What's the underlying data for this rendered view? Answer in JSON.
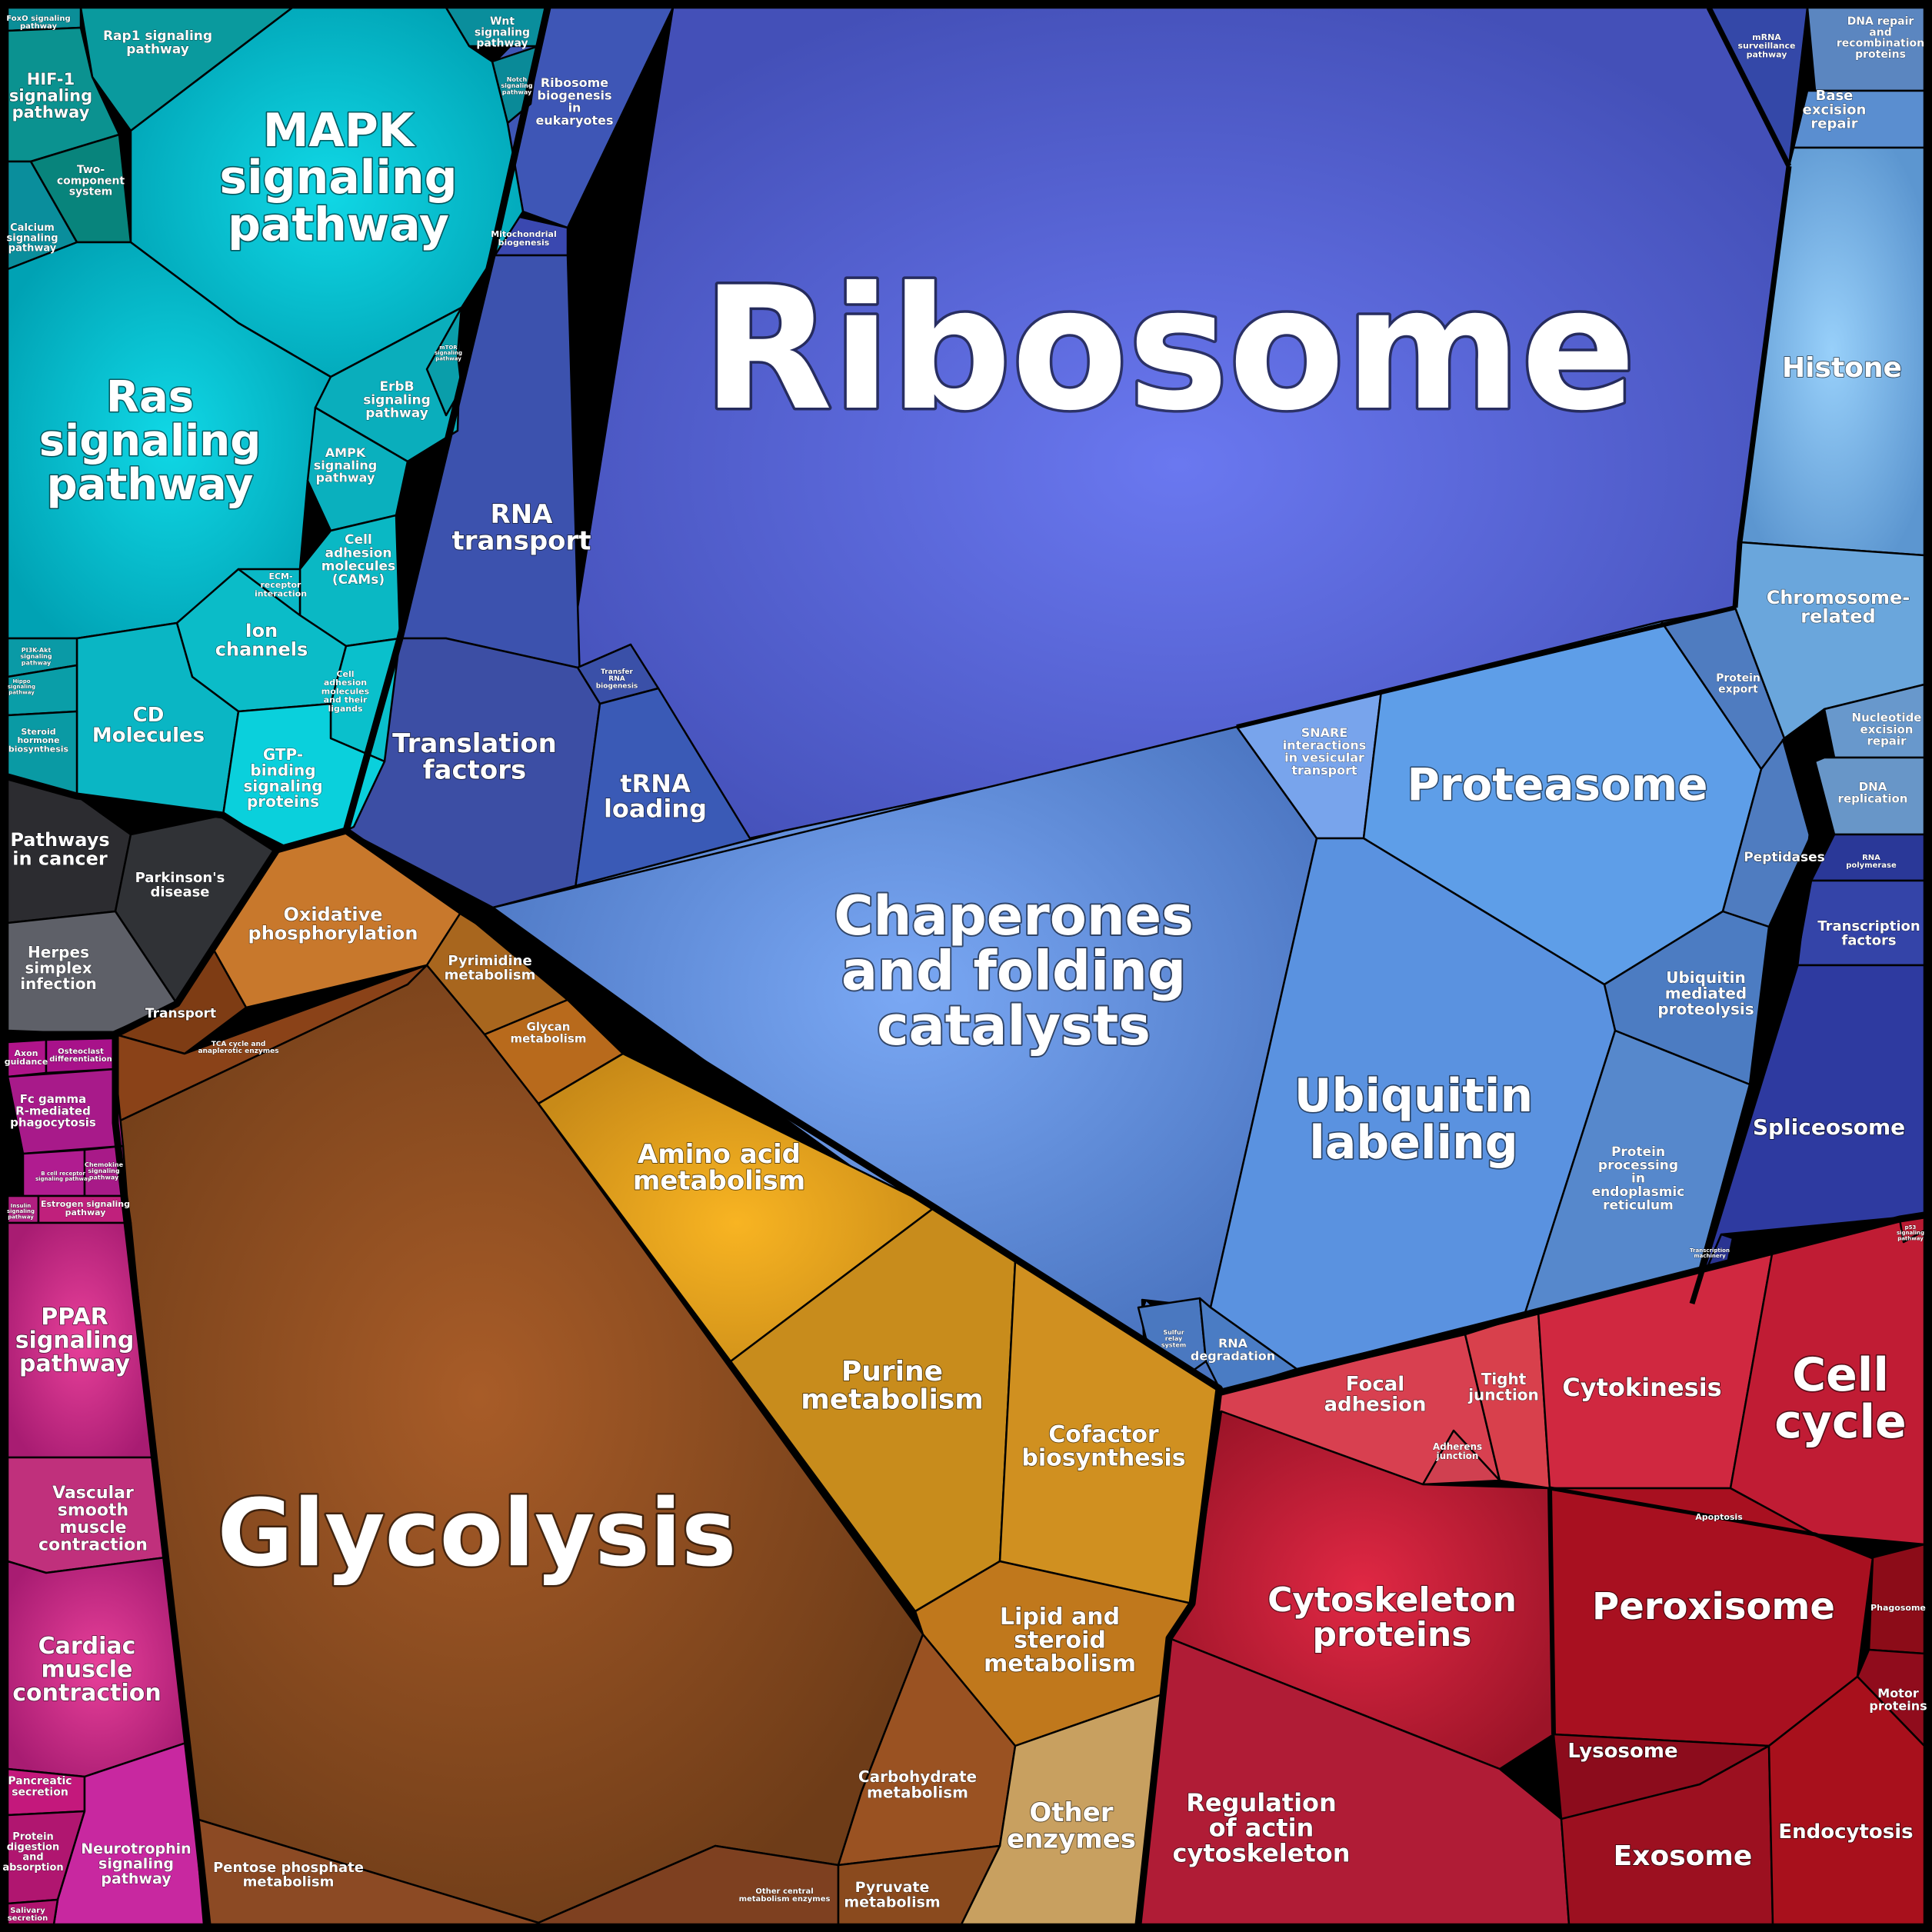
{
  "colors": {
    "ribosome": "#5a66d8",
    "genetic": "#3f55b0",
    "folding": "#5b8ee0",
    "repair": "#6aa6dc",
    "transcription": "#2d3aa0",
    "metabolism": "#8a4a1e",
    "amino_acid": "#e3a020",
    "cellular": "#b81a32",
    "signaling": "#00b4c4",
    "organismal": "#c4228a",
    "disease": "#2a2a2e"
  },
  "labels": {
    "ribosome": "Ribosome",
    "glycolysis": "Glycolysis",
    "chaperones": [
      "Chaperones",
      "and folding",
      "catalysts"
    ],
    "ubiquitin_labeling": [
      "Ubiquitin",
      "labeling"
    ],
    "proteasome": "Proteasome",
    "rna_transport": [
      "RNA",
      "transport"
    ],
    "translation_factors": [
      "Translation",
      "factors"
    ],
    "trna_loading": [
      "tRNA",
      "loading"
    ],
    "ribosome_biogenesis": [
      "Ribosome",
      "biogenesis",
      "in",
      "eukaryotes"
    ],
    "mitochondrial_biogenesis": [
      "Mitochondrial",
      "biogenesis"
    ],
    "transfer_rna_biogenesis": [
      "Transfer",
      "RNA",
      "biogenesis"
    ],
    "snare": [
      "SNARE",
      "interactions",
      "in vesicular",
      "transport"
    ],
    "protein_export": [
      "Protein",
      "export"
    ],
    "peptidases": "Peptidases",
    "ubiquitin_proteolysis": [
      "Ubiquitin",
      "mediated",
      "proteolysis"
    ],
    "protein_processing_er": [
      "Protein",
      "processing",
      "in",
      "endoplasmic",
      "reticulum"
    ],
    "sulfur_relay": [
      "Sulfur",
      "relay",
      "system"
    ],
    "rna_degradation": [
      "RNA",
      "degradation"
    ],
    "histone": "Histone",
    "chromosome_related": [
      "Chromosome-",
      "related"
    ],
    "base_excision_repair": [
      "Base",
      "excision",
      "repair"
    ],
    "dna_repair_recombination": [
      "DNA repair",
      "and",
      "recombination",
      "proteins"
    ],
    "mrna_surveillance": [
      "mRNA",
      "surveillance",
      "pathway"
    ],
    "nucleotide_excision_repair": [
      "Nucleotide",
      "excision",
      "repair"
    ],
    "dna_replication": [
      "DNA",
      "replication"
    ],
    "rna_polymerase": [
      "RNA",
      "polymerase"
    ],
    "transcription_factors": [
      "Transcription",
      "factors"
    ],
    "spliceosome": "Spliceosome",
    "transcription_machinery": [
      "Transcription",
      "machinery"
    ],
    "mapk": [
      "MAPK",
      "signaling",
      "pathway"
    ],
    "ras": [
      "Ras",
      "signaling",
      "pathway"
    ],
    "hif1": [
      "HIF-1",
      "signaling",
      "pathway"
    ],
    "rap1": [
      "Rap1 signaling",
      "pathway"
    ],
    "wnt": [
      "Wnt",
      "signaling",
      "pathway"
    ],
    "foxo": [
      "FoxO signaling",
      "pathway"
    ],
    "notch": [
      "Notch",
      "signaling",
      "pathway"
    ],
    "two_component": [
      "Two-",
      "component",
      "system"
    ],
    "calcium": [
      "Calcium",
      "signaling",
      "pathway"
    ],
    "erbb": [
      "ErbB",
      "signaling",
      "pathway"
    ],
    "mtor": [
      "mTOR",
      "signaling",
      "pathway"
    ],
    "ampk": [
      "AMPK",
      "signaling",
      "pathway"
    ],
    "cell_adhesion_molecules": [
      "Cell",
      "adhesion",
      "molecules",
      "(CAMs)"
    ],
    "ecm_receptor": [
      "ECM-",
      "receptor",
      "interaction"
    ],
    "ion_channels": [
      "Ion",
      "channels"
    ],
    "cell_adhesion_ligands": [
      "Cell",
      "adhesion",
      "molecules",
      "and their",
      "ligands"
    ],
    "cd_molecules": [
      "CD",
      "Molecules"
    ],
    "gtp_binding": [
      "GTP-",
      "binding",
      "signaling",
      "proteins"
    ],
    "pi3k_akt": [
      "PI3K-Akt",
      "signaling",
      "pathway"
    ],
    "hippo": [
      "Hippo",
      "signaling",
      "pathway"
    ],
    "steroid_hormone": [
      "Steroid",
      "hormone",
      "biosynthesis"
    ],
    "pathways_in_cancer": [
      "Pathways",
      "in cancer"
    ],
    "parkinsons": [
      "Parkinson's",
      "disease"
    ],
    "herpes": [
      "Herpes",
      "simplex",
      "infection"
    ],
    "oxidative_phosphorylation": [
      "Oxidative",
      "phosphorylation"
    ],
    "pyrimidine": [
      "Pyrimidine",
      "metabolism"
    ],
    "glycan": [
      "Glycan",
      "metabolism"
    ],
    "transport": "Transport",
    "tca_cycle": [
      "TCA cycle and",
      "anaplerotic enzymes"
    ],
    "amino_acid_metabolism": [
      "Amino acid",
      "metabolism"
    ],
    "purine": [
      "Purine",
      "metabolism"
    ],
    "cofactor": [
      "Cofactor",
      "biosynthesis"
    ],
    "lipid_steroid": [
      "Lipid and",
      "steroid",
      "metabolism"
    ],
    "carbohydrate": [
      "Carbohydrate",
      "metabolism"
    ],
    "other_enzymes": [
      "Other",
      "enzymes"
    ],
    "pentose_phosphate": [
      "Pentose phosphate",
      "metabolism"
    ],
    "other_central": [
      "Other central",
      "metabolism enzymes"
    ],
    "pyruvate": [
      "Pyruvate",
      "metabolism"
    ],
    "axon_guidance": [
      "Axon",
      "guidance"
    ],
    "osteoclast": [
      "Osteoclast",
      "differentiation"
    ],
    "fc_gamma": [
      "Fc gamma",
      "R-mediated",
      "phagocytosis"
    ],
    "b_cell_receptor": [
      "B cell receptor",
      "signaling pathway"
    ],
    "chemokine": [
      "Chemokine",
      "signaling",
      "pathway"
    ],
    "insulin": [
      "Insulin",
      "signaling",
      "pathway"
    ],
    "estrogen": [
      "Estrogen signaling",
      "pathway"
    ],
    "ppar": [
      "PPAR",
      "signaling",
      "pathway"
    ],
    "vascular_smooth_muscle": [
      "Vascular",
      "smooth",
      "muscle",
      "contraction"
    ],
    "cardiac_muscle": [
      "Cardiac",
      "muscle",
      "contraction"
    ],
    "pancreatic": [
      "Pancreatic",
      "secretion"
    ],
    "protein_digestion": [
      "Protein",
      "digestion",
      "and",
      "absorption"
    ],
    "neurotrophin": [
      "Neurotrophin",
      "signaling",
      "pathway"
    ],
    "salivary": [
      "Salivary",
      "secretion"
    ],
    "focal_adhesion": [
      "Focal",
      "adhesion"
    ],
    "tight_junction": [
      "Tight",
      "junction"
    ],
    "adherens_junction": [
      "Adherens",
      "junction"
    ],
    "cytokinesis": "Cytokinesis",
    "cell_cycle": [
      "Cell",
      "cycle"
    ],
    "apoptosis": "Apoptosis",
    "p53": [
      "p53",
      "signaling",
      "pathway"
    ],
    "cytoskeleton_proteins": [
      "Cytoskeleton",
      "proteins"
    ],
    "peroxisome": "Peroxisome",
    "phagosome": "Phagosome",
    "motor_proteins": [
      "Motor",
      "proteins"
    ],
    "lysosome": "Lysosome",
    "regulation_actin": [
      "Regulation",
      "of actin",
      "cytoskeleton"
    ],
    "exosome": "Exosome",
    "endocytosis": "Endocytosis"
  }
}
